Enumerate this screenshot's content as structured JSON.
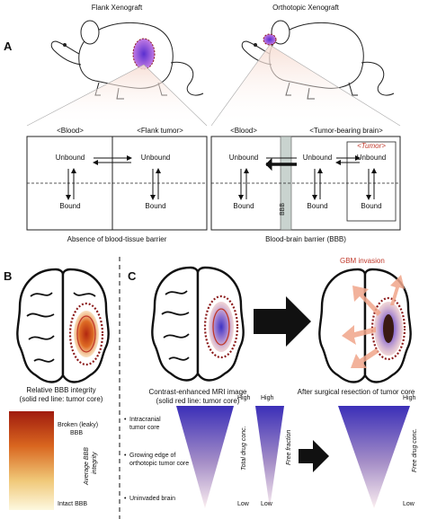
{
  "panel_a": {
    "letter": "A",
    "left": {
      "model": "Flank Xenograft",
      "comp_left": "<Blood>",
      "comp_right": "<Flank tumor>",
      "unbound": "Unbound",
      "bound": "Bound",
      "caption": "Absence of blood-tissue barrier"
    },
    "right": {
      "model": "Orthotopic Xenograft",
      "comp_left": "<Blood>",
      "comp_right": "<Tumor-bearing brain>",
      "tumor_box": "<Tumor>",
      "bbb_label": "BBB",
      "unbound": "Unbound",
      "bound": "Bound",
      "caption": "Blood-brain barrier (BBB)"
    }
  },
  "panel_b": {
    "letter": "B",
    "caption_line1": "Relative BBB integrity",
    "caption_line2": "(solid red line: tumor core)",
    "scale_top": "Broken (leaky)",
    "scale_top2": "BBB",
    "scale_bottom": "Intact BBB",
    "scale_axis_line1": "Average BBB",
    "scale_axis_line2": "integrity"
  },
  "panel_c": {
    "letter": "C",
    "invasion_label": "GBM invasion",
    "caption_mri_line1": "Contrast-enhanced MRI image",
    "caption_mri_line2": "(solid red line: tumor core)",
    "caption_resection": "After surgical resection of tumor core",
    "bullets": [
      "Intracranial",
      "tumor core",
      "Growing edge of",
      "orthotopic tumor core",
      "Uninvaded brain"
    ],
    "high": "High",
    "low": "Low",
    "axis_total": "Total drug conc.",
    "axis_free_fraction": "Free fraction",
    "axis_free_conc": "Free drug conc."
  },
  "colors": {
    "red_dotted": "#8b1a1a",
    "arrow_salmon": "#f0a58a",
    "bbb_bar": "#c9d3cf",
    "triangle_top": "#3b2fb8",
    "triangle_bottom": "#fbeef0"
  }
}
